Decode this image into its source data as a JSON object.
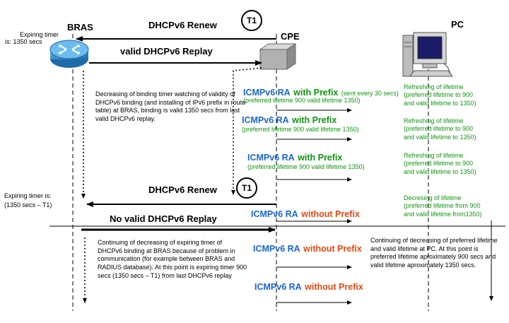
{
  "nodes": {
    "bras": "BRAS",
    "cpe": "CPE",
    "pc": "PC"
  },
  "t1_label": "T1",
  "expiring_timer_top": {
    "line1": "Expiring timer",
    "line2": "is:  1350 secs"
  },
  "expiring_timer_mid": {
    "line1": "Expiring timer is:",
    "line2": "(1350 secs – T1)"
  },
  "messages": {
    "renew1": "DHCPv6 Renew",
    "valid_replay": "valid DHCPv6 Replay",
    "renew2": "DHCPv6 Renew",
    "no_valid_replay": "No valid DHCPv6 Replay"
  },
  "ra_with_prefix": [
    {
      "name": "ICMPv6 RA",
      "suffix": "with Prefix",
      "extra": "(sent every 30 secs)",
      "detail": "(preferred lifetime 900 valid lifetime 1350)"
    },
    {
      "name": "ICMPv6 RA",
      "suffix": "with Prefix",
      "extra": "",
      "detail": "(preferred lifetime 900 valid lifetime 1350)"
    },
    {
      "name": "ICMPv6 RA",
      "suffix": "with Prefix",
      "extra": "",
      "detail": "(preferred lifetime 900 valid lifetime 1350)"
    }
  ],
  "ra_without_prefix": [
    {
      "name": "ICMPv6 RA",
      "suffix": "without Prefix"
    },
    {
      "name": "ICMPv6 RA",
      "suffix": "without Prefix"
    },
    {
      "name": "ICMPv6 RA",
      "suffix": "without Prefix"
    }
  ],
  "refreshing": [
    {
      "line1": "Refreshing of lifetime",
      "line2": "(preferred lifetime to 900",
      "line3": "and valid lifetime to 1350)"
    },
    {
      "line1": "Refreshing of lifetime",
      "line2": "(preferred lifetime to 900",
      "line3": "and valid lifetime to 1350)"
    },
    {
      "line1": "Refreshing of lifetime",
      "line2": "(preferred lifetime to 900",
      "line3": "and valid lifetime to 1350)"
    }
  ],
  "decreasing": {
    "line1": "Decresing of lifetime",
    "line2": "(preferred lifetime from 900",
    "line3": "and valid lifetime from1350)"
  },
  "notes": {
    "binding_timer": "Decreasing of binding timer watching of validity of DHCPv6 binding (and installing of IPv6 prefix in route table) at BRAS, binding is valid 1350 secs from last valid DHCPv6 replay.",
    "continuing_bras": "Continuing of decreasing of expiring timer of DHCPv6 binding at BRAS because of problem in communication (for example between BRAS and RADIUS database). At this point is expiring timer 900 secs (1350 secs – T1) from last DHCPv6 replay",
    "continuing_pc": "Continuing of decreasing of preferred lifetime and valid lifetime at PC. At this point is preferred lifetime aproximately 900 secs and valid lifetime aproximately 1350 secs."
  },
  "colors": {
    "ra_blue": "#1a66cc",
    "prefix_green": "#109310",
    "without_red": "#e04a10",
    "router_blue": "#2e86c8"
  }
}
